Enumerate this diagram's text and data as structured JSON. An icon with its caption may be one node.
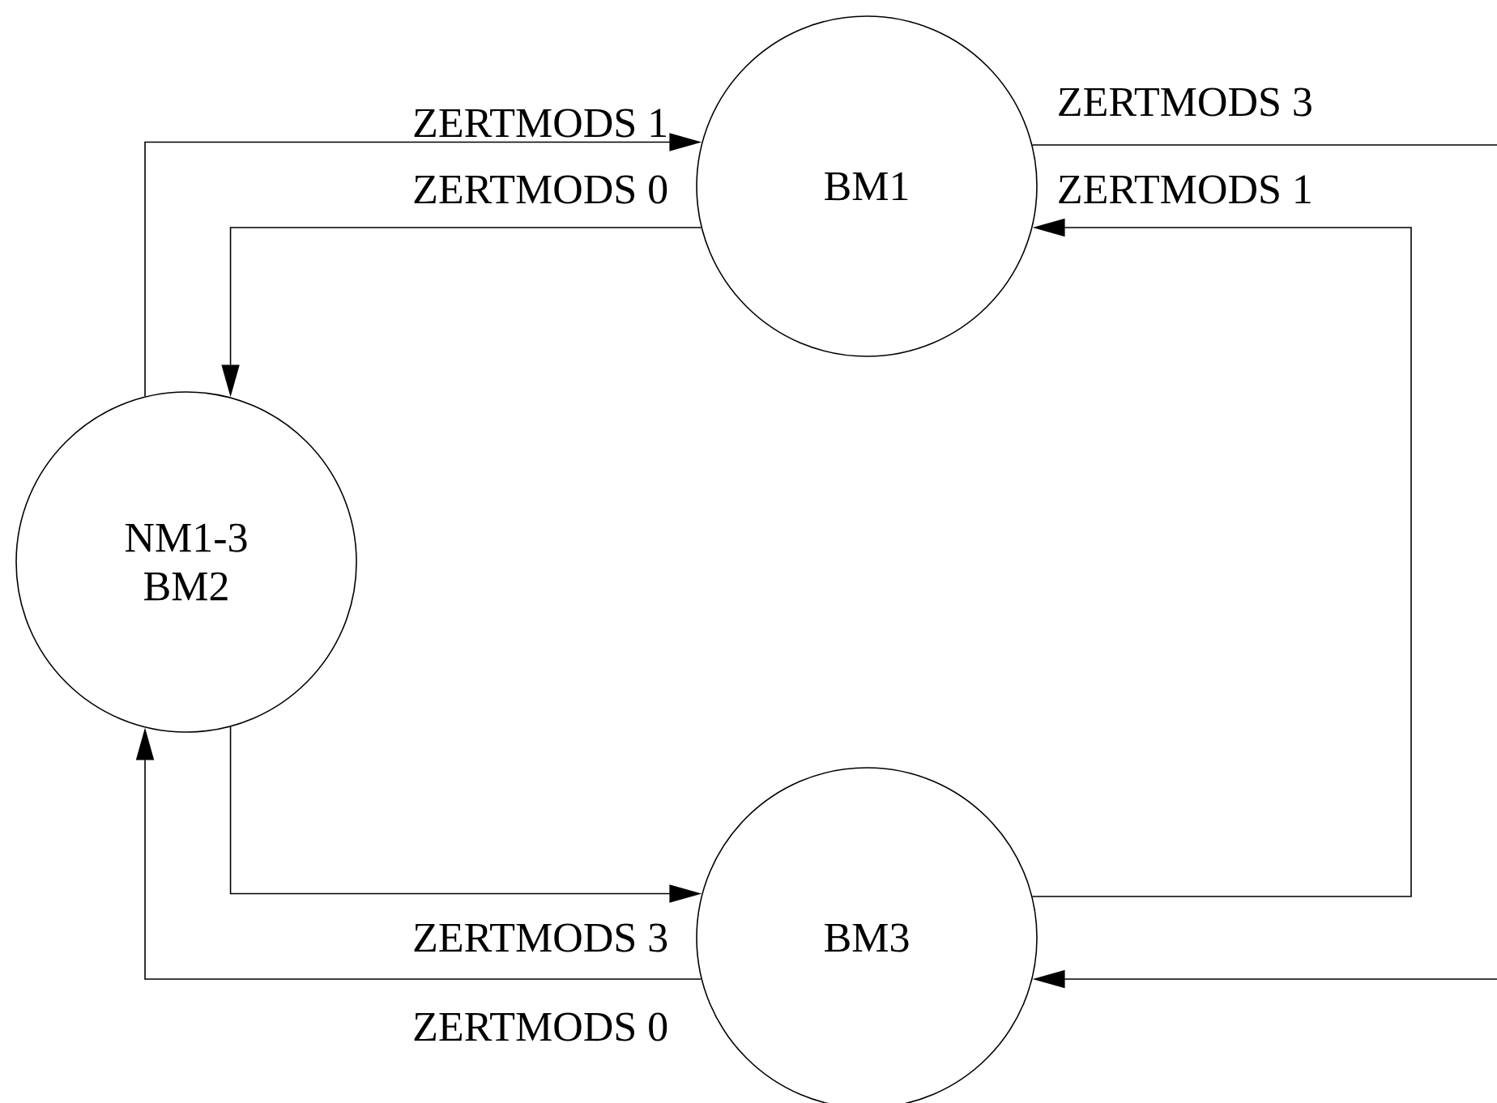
{
  "diagram": {
    "nodes": [
      {
        "text": [
          "BM1"
        ]
      },
      {
        "text": [
          "NM1-3",
          "BM2"
        ]
      },
      {
        "text": [
          "BM3"
        ]
      }
    ],
    "edges": [
      {
        "from": 1,
        "to": 0,
        "arrow": "to",
        "label": "ZERTMODS 1"
      },
      {
        "from": 0,
        "to": 1,
        "arrow": "to",
        "label": "ZERTMODS 0"
      },
      {
        "from": 0,
        "to": 2,
        "arrow": "to",
        "label": "ZERTMODS 3"
      },
      {
        "from": 2,
        "to": 0,
        "arrow": "to",
        "label": "ZERTMODS 1"
      },
      {
        "from": 1,
        "to": 2,
        "arrow": "to",
        "label": "ZERTMODS 3"
      },
      {
        "from": 2,
        "to": 1,
        "arrow": "to",
        "label": "ZERTMODS 0"
      }
    ]
  }
}
